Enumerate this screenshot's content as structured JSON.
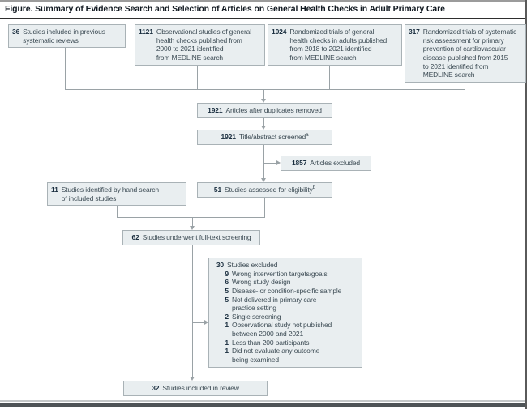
{
  "title": "Figure. Summary of Evidence Search and Selection of Articles on General Health Checks in Adult Primary Care",
  "colors": {
    "box_fill": "#e9eef0",
    "box_border": "#a9b2b6",
    "line": "#9aa2a6",
    "number": "#1a2e3f",
    "text": "#3c4b54",
    "title": "#101820",
    "rule_dark": "#4e5356",
    "rule_mid": "#9b9b9b",
    "rule_light": "#c4c7c8"
  },
  "boxes": {
    "previous_reviews": {
      "number": "36",
      "text": "Studies included in previous\nsystematic reviews"
    },
    "observational": {
      "number": "1121",
      "text": "Observational studies of general\nhealth checks published from\n2000 to 2021 identified\nfrom MEDLINE search"
    },
    "randomized_checks": {
      "number": "1024",
      "text": "Randomized trials of general\nhealth checks in adults published\nfrom 2018 to 2021 identified\nfrom MEDLINE search"
    },
    "randomized_risk": {
      "number": "317",
      "text": "Randomized trials of systematic\nrisk assessment for primary\nprevention of cardiovascular\ndisease published from 2015\nto 2021 identified from\nMEDLINE search"
    },
    "duplicates_removed": {
      "number": "1921",
      "text": "Articles after duplicates removed"
    },
    "title_abstract_screened": {
      "number": "1921",
      "text": "Title/abstract screened",
      "superscript": "a"
    },
    "articles_excluded": {
      "number": "1857",
      "text": "Articles excluded"
    },
    "hand_search": {
      "number": "11",
      "text": "Studies identified by hand search\nof included studies"
    },
    "assessed_eligibility": {
      "number": "51",
      "text": "Studies assessed for eligibility",
      "superscript": "b"
    },
    "full_text_screening": {
      "number": "62",
      "text": "Studies underwent full-text screening"
    },
    "studies_excluded": {
      "number": "30",
      "text": "Studies excluded",
      "reasons": [
        {
          "number": "9",
          "text": "Wrong intervention targets/goals"
        },
        {
          "number": "6",
          "text": "Wrong study design"
        },
        {
          "number": "5",
          "text": "Disease- or condition-specific sample"
        },
        {
          "number": "5",
          "text": "Not delivered in primary care\npractice setting"
        },
        {
          "number": "2",
          "text": "Single screening"
        },
        {
          "number": "1",
          "text": "Observational study not published\nbetween 2000 and 2021"
        },
        {
          "number": "1",
          "text": "Less than 200 participants"
        },
        {
          "number": "1",
          "text": "Did not evaluate any outcome\nbeing examined"
        }
      ]
    },
    "included_in_review": {
      "number": "32",
      "text": "Studies included in review"
    }
  }
}
